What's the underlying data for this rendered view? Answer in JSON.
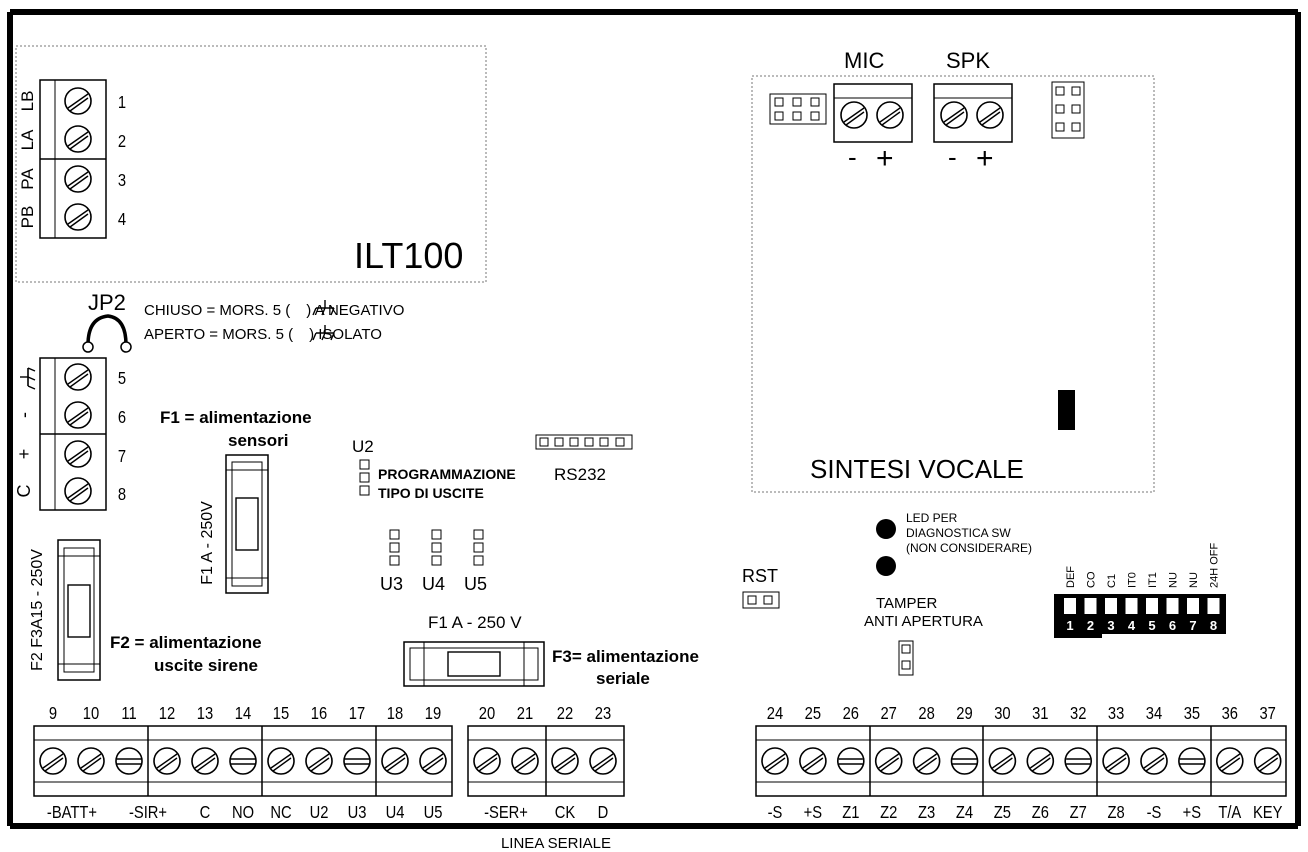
{
  "ilt_module": {
    "title": "ILT100",
    "terminals": [
      {
        "num": "1",
        "label": "LB"
      },
      {
        "num": "2",
        "label": "LA"
      },
      {
        "num": "3",
        "label": "PA"
      },
      {
        "num": "4",
        "label": "PB"
      }
    ]
  },
  "jumper_jp2": {
    "name": "JP2",
    "closed_desc": "CHIUSO = MORS. 5 (",
    "closed_desc_end": ") A NEGATIVO",
    "open_desc": "APERTO = MORS. 5 (",
    "open_desc_end": ") ISOLATO"
  },
  "left_terminals": [
    {
      "num": "5",
      "label": "ground"
    },
    {
      "num": "6",
      "label": "-"
    },
    {
      "num": "7",
      "label": "+"
    },
    {
      "num": "8",
      "label": "C"
    }
  ],
  "fuses": {
    "f1_title": "F1 = alimentazione",
    "f1_title2": "sensori",
    "f1_rating": "F1 A - 250V",
    "f2_title": "F2 = alimentazione",
    "f2_title2": "uscite sirene",
    "f2_rating": "F2 F3A15 - 250V",
    "f3_title": "F3= alimentazione",
    "f3_title2": "seriale",
    "f3_rating": "F1 A - 250 V"
  },
  "jumpers": {
    "u2": "U2",
    "u2_desc1": "PROGRAMMAZIONE",
    "u2_desc2": "TIPO DI USCITE",
    "rs232": "RS232",
    "u3": "U3",
    "u4": "U4",
    "u5": "U5",
    "rst": "RST"
  },
  "voice_module": {
    "title": "SINTESI VOCALE",
    "mic": "MIC",
    "spk": "SPK",
    "minus": "-",
    "plus": "+"
  },
  "leds": {
    "desc1": "LED PER",
    "desc2": "DIAGNOSTICA SW",
    "desc3": "(NON CONSIDERARE)"
  },
  "tamper": {
    "line1": "TAMPER",
    "line2": "ANTI APERTURA"
  },
  "dip_switch": {
    "labels": [
      "DEF",
      "CO",
      "C1",
      "IT0",
      "IT1",
      "NU",
      "NU",
      "24H OFF"
    ],
    "numbers": [
      "1",
      "2",
      "3",
      "4",
      "5",
      "6",
      "7",
      "8"
    ]
  },
  "bottom_left_terminals": {
    "numbers": [
      "9",
      "10",
      "11",
      "12",
      "13",
      "14",
      "15",
      "16",
      "17",
      "18",
      "19"
    ],
    "labels": [
      "-BATT+",
      "-SIR+",
      "C",
      "NO",
      "NC",
      "U2",
      "U3",
      "U4",
      "U5"
    ]
  },
  "serial_terminals": {
    "numbers": [
      "20",
      "21",
      "22",
      "23"
    ],
    "labels": [
      "-SER+",
      "CK",
      "D"
    ],
    "caption": "LINEA SERIALE"
  },
  "right_terminals": {
    "numbers": [
      "24",
      "25",
      "26",
      "27",
      "28",
      "29",
      "30",
      "31",
      "32",
      "33",
      "34",
      "35",
      "36",
      "37"
    ],
    "labels": [
      "-S",
      "+S",
      "Z1",
      "Z2",
      "Z3",
      "Z4",
      "Z5",
      "Z6",
      "Z7",
      "Z8",
      "-S",
      "+S",
      "T/A",
      "KEY"
    ]
  }
}
